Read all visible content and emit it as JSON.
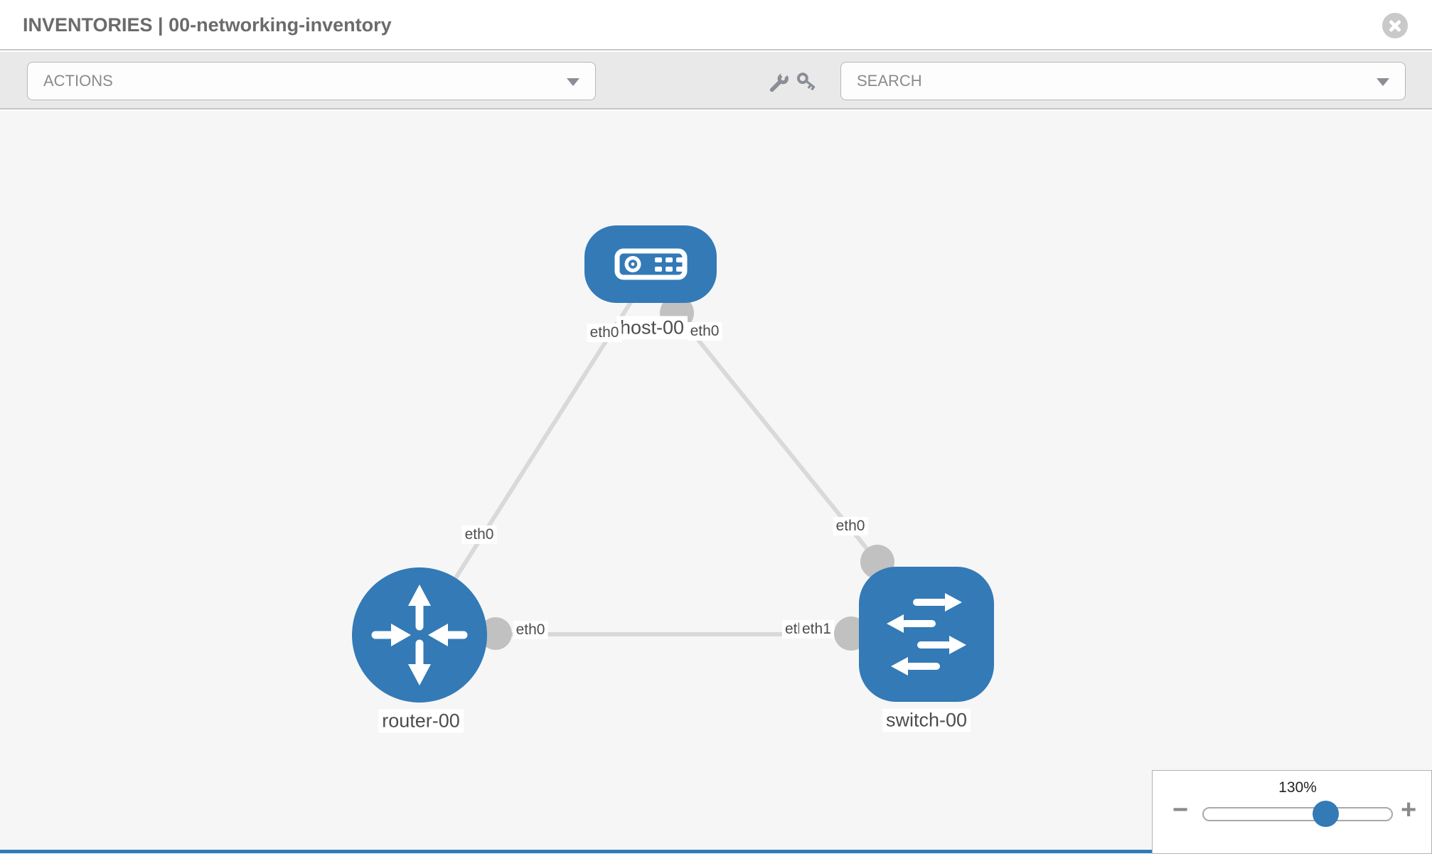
{
  "header": {
    "title": "INVENTORIES | 00-networking-inventory"
  },
  "toolbar": {
    "actions_label": "ACTIONS",
    "search_placeholder": "SEARCH"
  },
  "icons": {
    "close": "close-icon",
    "wrench": "wrench-icon",
    "key": "key-icon",
    "caret": "chevron-down-icon"
  },
  "colors": {
    "node_blue": "#337ab7",
    "link_gray": "#d9d9d9",
    "connector_gray": "#c1c1c1",
    "canvas_bg": "#f6f6f6",
    "toolbar_bg": "#e9e9e9",
    "bottom_strip_blue": "#2f7bb8"
  },
  "topology": {
    "nodes": {
      "host": {
        "label": "host-00",
        "type": "host"
      },
      "router": {
        "label": "router-00",
        "type": "router"
      },
      "switch": {
        "label": "switch-00",
        "type": "switch"
      }
    },
    "links": [
      {
        "from": "router-00",
        "to": "host-00",
        "from_port": "eth0",
        "to_port": "eth0"
      },
      {
        "from": "host-00",
        "to": "switch-00",
        "from_port": "eth0",
        "to_port": "eth0"
      },
      {
        "from": "router-00",
        "to": "switch-00",
        "from_port": "eth0",
        "to_port": "eth0 / eth1"
      }
    ],
    "ports": {
      "host_left": "eth0",
      "host_right": "eth0",
      "diag_left": "eth0",
      "diag_right": "eth0",
      "horiz_left": "eth0",
      "horiz_right_back": "eth0",
      "horiz_right_front": "eth1"
    }
  },
  "zoom_control": {
    "value": "130%",
    "decrease": "−",
    "increase": "+"
  }
}
